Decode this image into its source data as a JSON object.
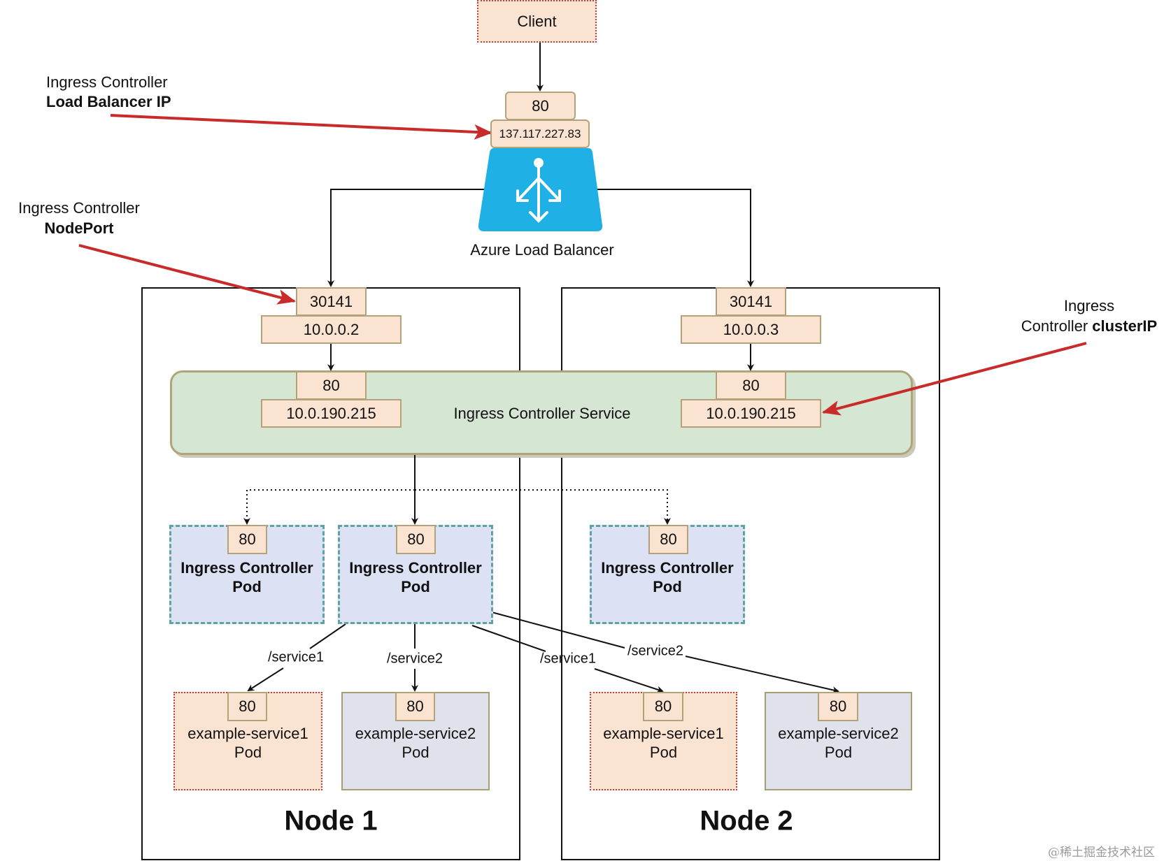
{
  "client": {
    "label": "Client"
  },
  "load_balancer": {
    "port": "80",
    "ip": "137.117.227.83",
    "label": "Azure Load Balancer",
    "icon": "load-balancer-icon",
    "color": "#1fb1e6"
  },
  "annotations": {
    "lb_ip": {
      "line1": "Ingress Controller",
      "line2": "Load Balancer IP"
    },
    "nodeport": {
      "line1": "Ingress Controller",
      "line2": "NodePort"
    },
    "clusterip": {
      "line1": "Ingress",
      "line2_normal": "Controller ",
      "line2_bold": "clusterIP"
    }
  },
  "nodes": [
    {
      "label": "Node 1",
      "node_port": "30141",
      "node_ip": "10.0.0.2"
    },
    {
      "label": "Node 2",
      "node_port": "30141",
      "node_ip": "10.0.0.3"
    }
  ],
  "service": {
    "label": "Ingress Controller Service",
    "endpoints": [
      {
        "port": "80",
        "ip": "10.0.190.215"
      },
      {
        "port": "80",
        "ip": "10.0.190.215"
      }
    ]
  },
  "ingress_pods": [
    {
      "port": "80",
      "line1": "Ingress Controller",
      "line2": "Pod"
    },
    {
      "port": "80",
      "line1": "Ingress Controller",
      "line2": "Pod"
    },
    {
      "port": "80",
      "line1": "Ingress Controller",
      "line2": "Pod"
    }
  ],
  "service_pods": [
    {
      "port": "80",
      "line1": "example-service1",
      "line2": "Pod"
    },
    {
      "port": "80",
      "line1": "example-service2",
      "line2": "Pod"
    },
    {
      "port": "80",
      "line1": "example-service1",
      "line2": "Pod"
    },
    {
      "port": "80",
      "line1": "example-service2",
      "line2": "Pod"
    }
  ],
  "routes": {
    "r1": "/service1",
    "r2": "/service2",
    "r3": "/service1",
    "r4": "/service2"
  },
  "watermark": "@稀土掘金技术社区"
}
